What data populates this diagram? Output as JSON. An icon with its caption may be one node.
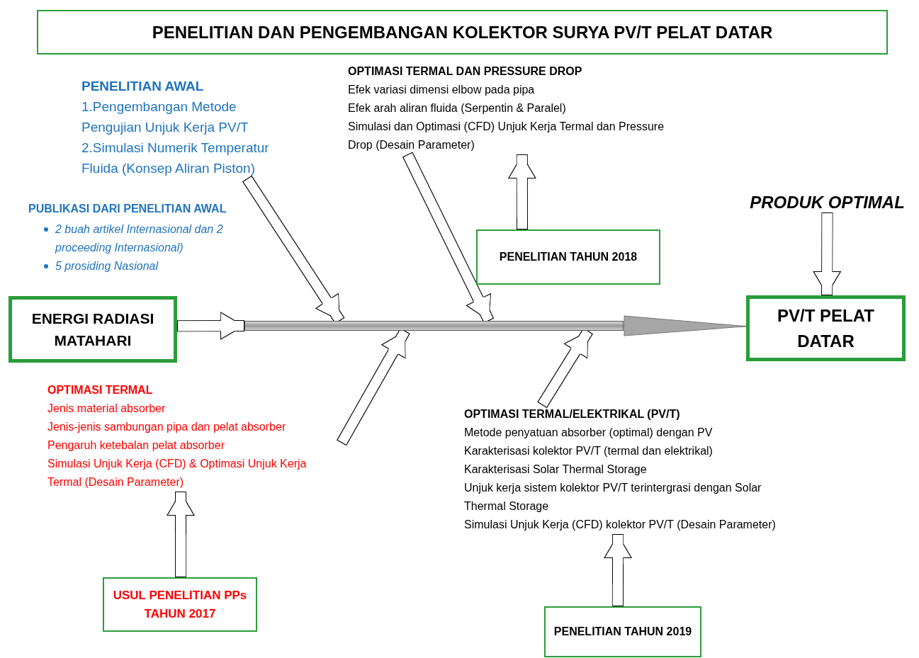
{
  "diagram": {
    "title": "PENELITIAN DAN PENGEMBANGAN KOLEKTOR SURYA PV/T PELAT DATAR",
    "nodes": [
      {
        "text": [
          "PENELITIAN AWAL",
          "1.Pengembangan Metode Pengujian Unjuk Kerja PV/T",
          "2.Simulasi Numerik Temperatur Fluida (Konsep Aliran Piston)"
        ]
      },
      {
        "text": [
          "OPTIMASI TERMAL DAN PRESSURE DROP",
          "Efek variasi dimensi elbow pada pipa",
          "Efek arah aliran fluida (Serpentin & Paralel)",
          "Simulasi dan Optimasi (CFD) Unjuk Kerja Termal dan Pressure Drop (Desain Parameter)"
        ]
      },
      {
        "text": [
          "PRODUK OPTIMAL"
        ]
      },
      {
        "text": [
          "PENELITIAN TAHUN 2018"
        ]
      },
      {
        "text": [
          "ENERGI RADIASI MATAHARI"
        ]
      },
      {
        "text": [],
        "shape": "bar"
      },
      {
        "text": [
          "PV/T PELAT DATAR"
        ]
      },
      {
        "text": [
          "OPTIMASI TERMAL",
          "Jenis material absorber",
          "Jenis-jenis sambungan pipa dan pelat absorber",
          "Pengaruh ketebalan pelat absorber",
          "Simulasi Unjuk Kerja (CFD) & Optimasi Unjuk Kerja Termal (Desain Parameter)"
        ]
      },
      {
        "text": [
          "OPTIMASI TERMAL/ELEKTRIKAL (PV/T)",
          "Metode penyatuan absorber (optimal) dengan PV",
          "Karakterisasi kolektor PV/T (termal dan elektrikal)",
          "Karakterisasi Solar Thermal Storage",
          "Unjuk kerja sistem kolektor PV/T terintergrasi dengan Solar Thermal Storage",
          "Simulasi Unjuk Kerja (CFD) kolektor PV/T (Desain Parameter)"
        ]
      },
      {
        "text": [
          "USUL PENELITIAN PPs TAHUN 2017"
        ]
      },
      {
        "text": [
          "PENELITIAN TAHUN 2019"
        ]
      }
    ],
    "edges": [
      {
        "from": 0,
        "to": 5,
        "arrow": "to"
      },
      {
        "from": 1,
        "to": 5,
        "arrow": "to"
      },
      {
        "from": 7,
        "to": 5,
        "arrow": "to"
      },
      {
        "from": 8,
        "to": 5,
        "arrow": "to"
      },
      {
        "from": 3,
        "to": 1,
        "arrow": "to"
      },
      {
        "from": 9,
        "to": 7,
        "arrow": "to"
      },
      {
        "from": 10,
        "to": 8,
        "arrow": "to"
      },
      {
        "from": 2,
        "to": 6,
        "arrow": "to"
      },
      {
        "from": 4,
        "to": 5,
        "arrow": "to"
      },
      {
        "from": 5,
        "to": 6,
        "arrow": "to",
        "color": "#a6a6a6"
      }
    ],
    "labels": [
      "PUBLIKASI DARI PENELITIAN AWAL",
      "2 buah artikel Internasional dan 2 proceeding Internasional)",
      "5 prosiding Nasional"
    ]
  }
}
